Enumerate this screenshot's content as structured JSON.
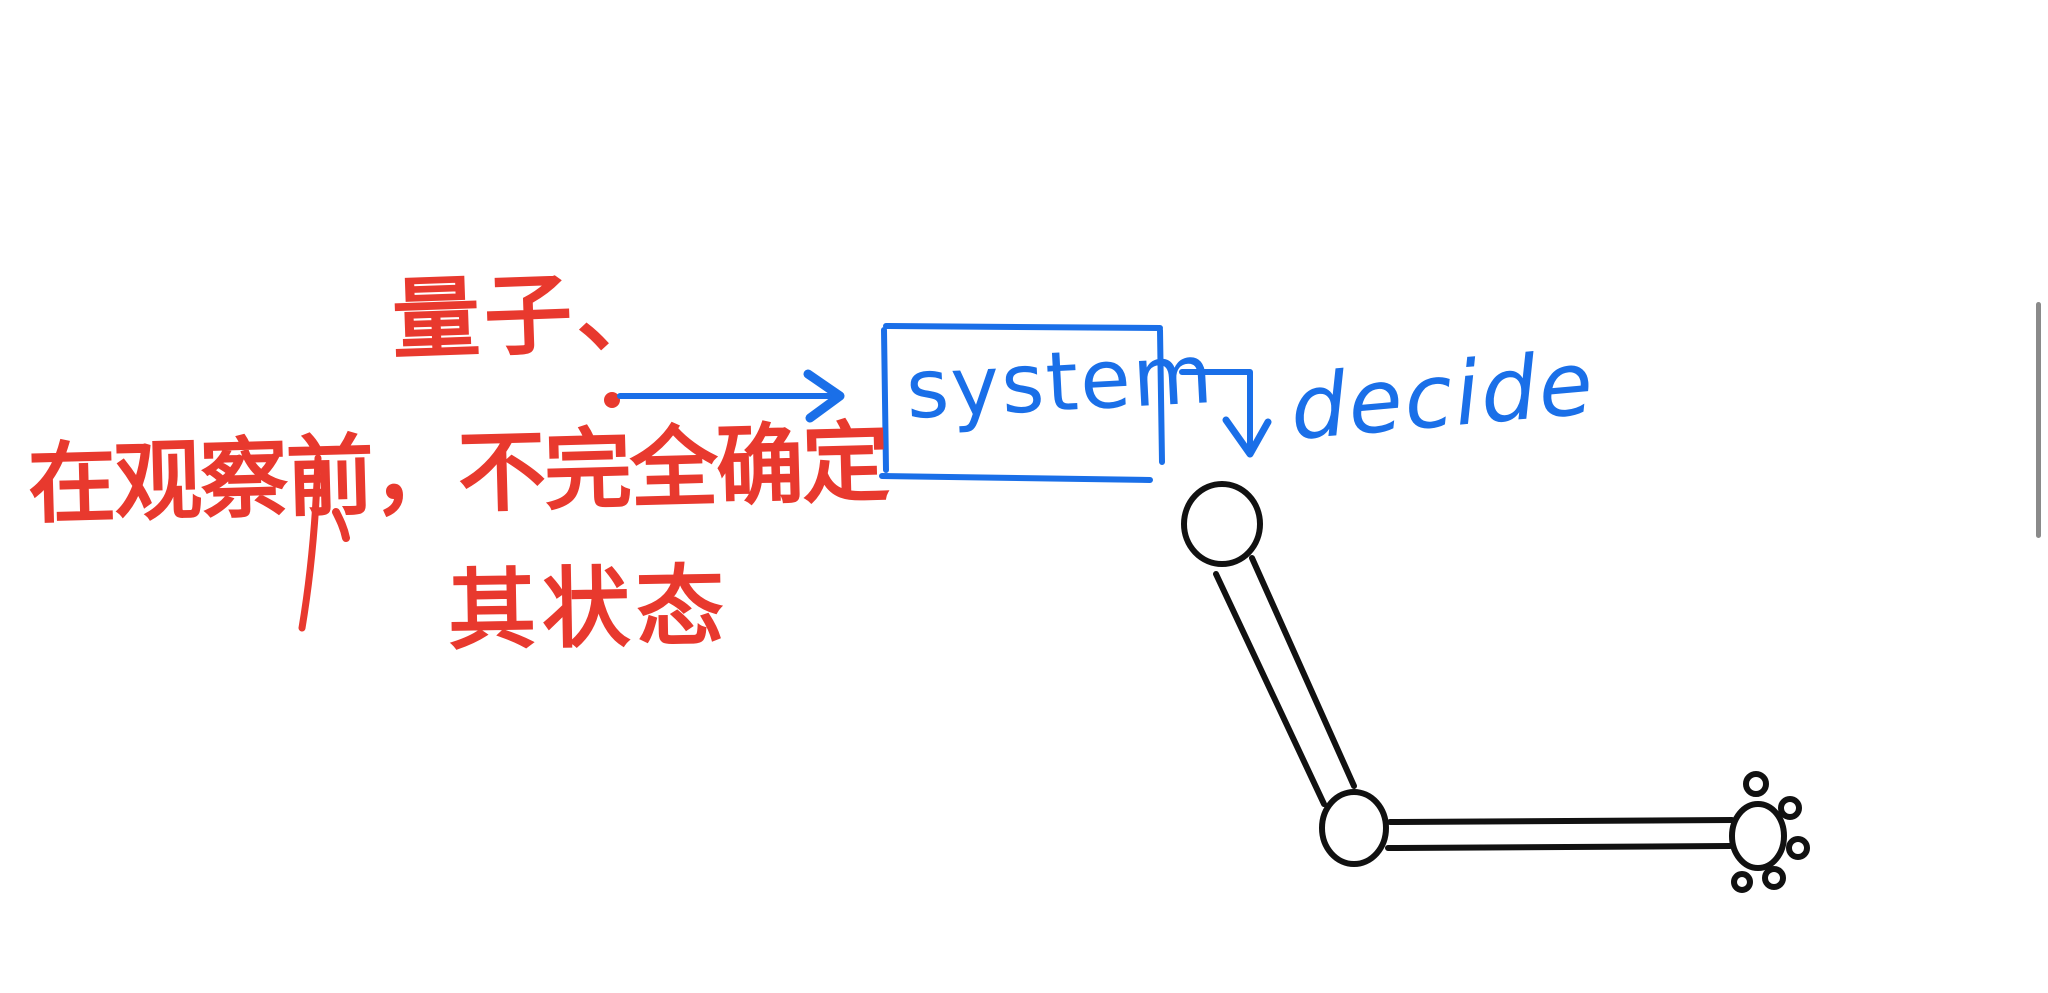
{
  "labels": {
    "title": "量子、",
    "line_1": "在观察前，不完全确定",
    "line_2": "其状态",
    "system": "system",
    "decide": "decide"
  },
  "colors": {
    "background": "#ffffff",
    "annotation_red": "#e8392e",
    "diagram_blue": "#1a6fe8",
    "arm_black": "#111111",
    "scrollbar_grey": "#8a8a8a"
  },
  "icons": {
    "arm": "robot-arm-icon",
    "gripper": "gripper-icon"
  }
}
